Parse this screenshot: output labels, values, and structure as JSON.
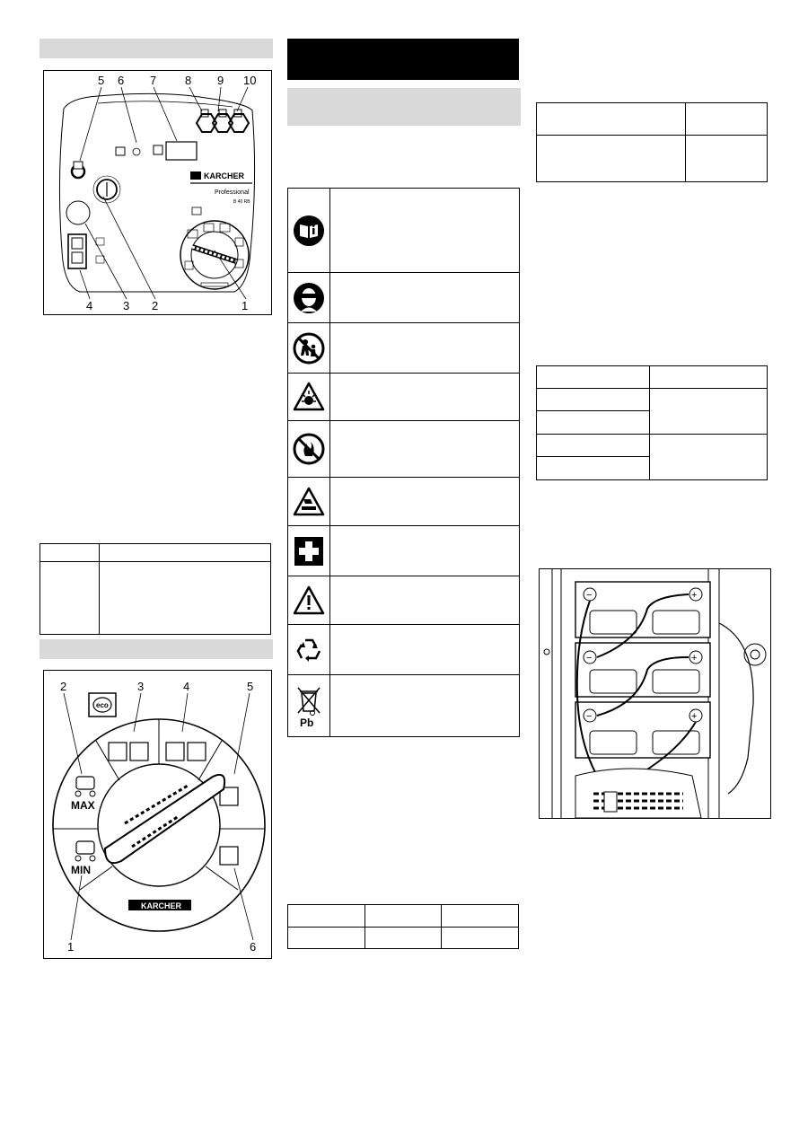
{
  "panel_fig": {
    "callouts": [
      "5",
      "6",
      "7",
      "8",
      "9",
      "10",
      "4",
      "3",
      "2",
      "1"
    ],
    "brand": "KARCHER",
    "product_line": "Professional",
    "model": "B 40 RB"
  },
  "dial_fig": {
    "callouts": [
      "2",
      "3",
      "4",
      "5",
      "1",
      "6"
    ],
    "eco_label": "eco",
    "max_label": "MAX",
    "min_label": "MIN",
    "brand": "KARCHER"
  },
  "symbols": [
    {
      "icon": "manual-info-icon"
    },
    {
      "icon": "wear-goggles-icon"
    },
    {
      "icon": "keep-children-away-icon"
    },
    {
      "icon": "explosive-warning-icon"
    },
    {
      "icon": "no-fire-no-smoking-icon"
    },
    {
      "icon": "acid-burn-warning-icon"
    },
    {
      "icon": "first-aid-icon"
    },
    {
      "icon": "general-warning-icon"
    },
    {
      "icon": "recycle-icon"
    },
    {
      "icon": "crossed-bin-pb-icon",
      "label": "Pb"
    }
  ],
  "battery_fig": {
    "terminal_plus": "+",
    "terminal_minus": "−"
  }
}
